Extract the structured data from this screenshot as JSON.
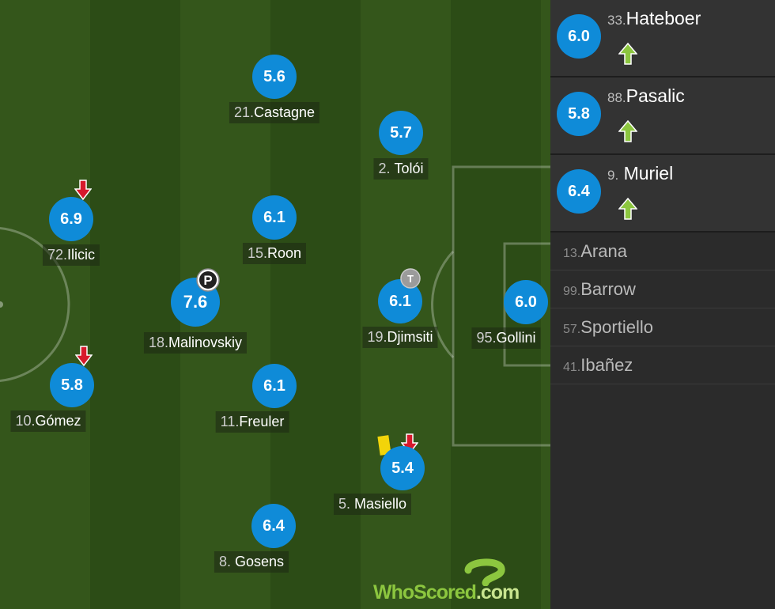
{
  "players": [
    {
      "number": "21.",
      "name": "Castagne",
      "rating": "5.6"
    },
    {
      "number": "2.",
      "name": "Tolói",
      "rating": "5.7"
    },
    {
      "number": "72.",
      "name": "Ilicic",
      "rating": "6.9"
    },
    {
      "number": "15.",
      "name": "Roon",
      "rating": "6.1"
    },
    {
      "number": "18.",
      "name": "Malinovskiy",
      "rating": "7.6"
    },
    {
      "number": "19.",
      "name": "Djimsiti",
      "rating": "6.1"
    },
    {
      "number": "95.",
      "name": "Gollini",
      "rating": "6.0"
    },
    {
      "number": "10.",
      "name": "Gómez",
      "rating": "5.8"
    },
    {
      "number": "11.",
      "name": "Freuler",
      "rating": "6.1"
    },
    {
      "number": "5.",
      "name": "Masiello",
      "rating": "5.4"
    },
    {
      "number": "8.",
      "name": "Gosens",
      "rating": "6.4"
    }
  ],
  "badges": {
    "man_of_match": "P",
    "tag": "T"
  },
  "substitutes_in": [
    {
      "number": "33.",
      "name": "Hateboer",
      "rating": "6.0"
    },
    {
      "number": "88.",
      "name": "Pasalic",
      "rating": "5.8"
    },
    {
      "number": "9.",
      "name": "Muriel",
      "rating": "6.4"
    }
  ],
  "bench": [
    {
      "number": "13.",
      "name": "Arana"
    },
    {
      "number": "99.",
      "name": "Barrow"
    },
    {
      "number": "57.",
      "name": "Sportiello"
    },
    {
      "number": "41.",
      "name": "Ibañez"
    }
  ],
  "watermark": {
    "part1": "WhoScored",
    "part2": ".com"
  },
  "colors": {
    "rating_bg": "#0f8bd8",
    "sub_off_arrow": "#d7192c",
    "sub_on_arrow": "#8cc63f",
    "yellow_card": "#f2d40a"
  }
}
